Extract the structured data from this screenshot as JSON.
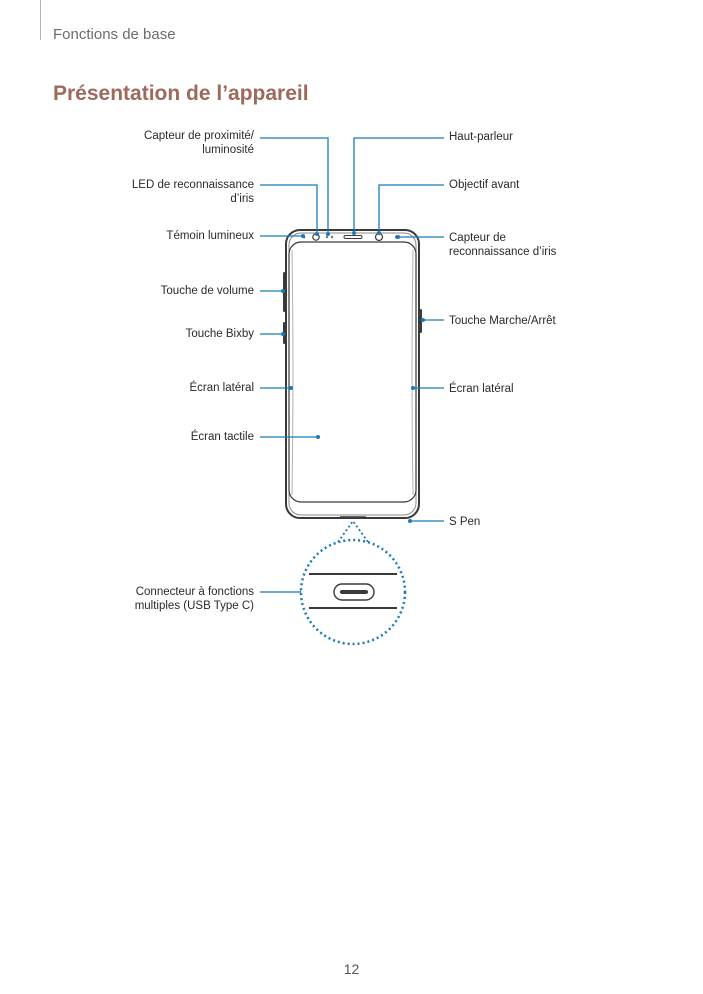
{
  "header": {
    "section": "Fonctions de base"
  },
  "title": "Présentation de l’appareil",
  "labels": {
    "capteur_proximite": "Capteur de proximité/",
    "capteur_proximite_2": "luminosité",
    "led_iris": "LED de reconnaissance",
    "led_iris_2": "d’iris",
    "temoin": "Témoin lumineux",
    "volume": "Touche de volume",
    "bixby": "Touche Bixby",
    "ecran_lateral_gauche": "Écran latéral",
    "ecran_tactile": "Écran tactile",
    "connecteur": "Connecteur à fonctions",
    "connecteur_2": "multiples (USB Type C)",
    "haut_parleur": "Haut-parleur",
    "objectif": "Objectif avant",
    "capteur_iris": "Capteur de",
    "capteur_iris_2": "reconnaissance d’iris",
    "marche_arret": "Touche Marche/Arrêt",
    "ecran_lateral_droite": "Écran latéral",
    "s_pen": "S Pen"
  },
  "page_number": "12",
  "colors": {
    "title": "#9e6a5c",
    "callout": "#1a7bb9",
    "device": "#3a3a3a"
  }
}
